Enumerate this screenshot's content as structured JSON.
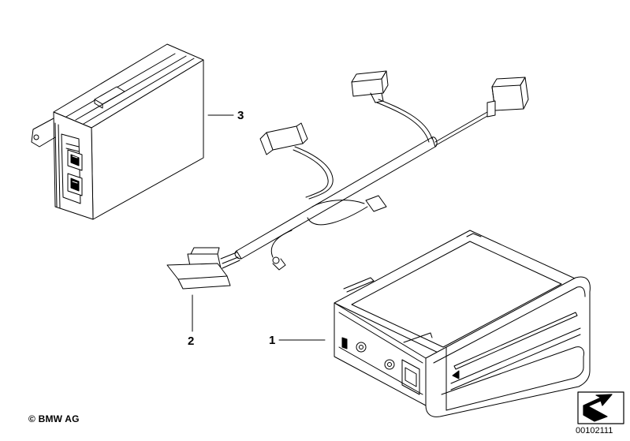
{
  "callouts": [
    {
      "number": "1",
      "part": "cd-drive-unit"
    },
    {
      "number": "2",
      "part": "wiring-harness"
    },
    {
      "number": "3",
      "part": "control-module"
    }
  ],
  "footer": {
    "copyright": "© BMW AG",
    "document_id": "00102111"
  },
  "icons": {
    "direction_indicator": "arrow-direction-icon"
  },
  "colors": {
    "line": "#000000",
    "background": "#ffffff"
  }
}
